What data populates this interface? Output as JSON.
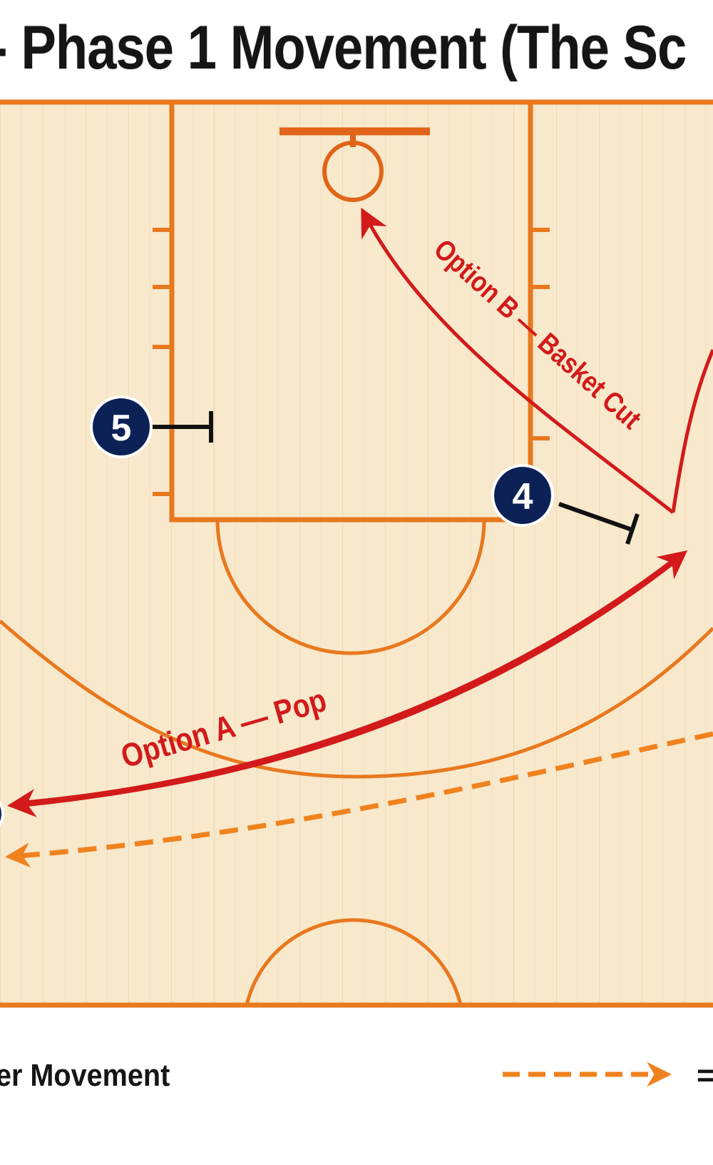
{
  "title": "- Phase 1 Movement (The Sc",
  "players": [
    {
      "number": "5"
    },
    {
      "number": "4"
    }
  ],
  "actions": {
    "option_a": "Option A — Pop",
    "option_b": "Option B — Basket Cut"
  },
  "legend": {
    "player_movement": "er Movement",
    "pass_eq": "="
  },
  "colors": {
    "court_line": "#e8781e",
    "floor": "#f8e8cc",
    "movement_arrow": "#d21a1a",
    "pass_arrow": "#f0821e",
    "player_fill": "#0c2257",
    "screen_line": "#111111"
  }
}
